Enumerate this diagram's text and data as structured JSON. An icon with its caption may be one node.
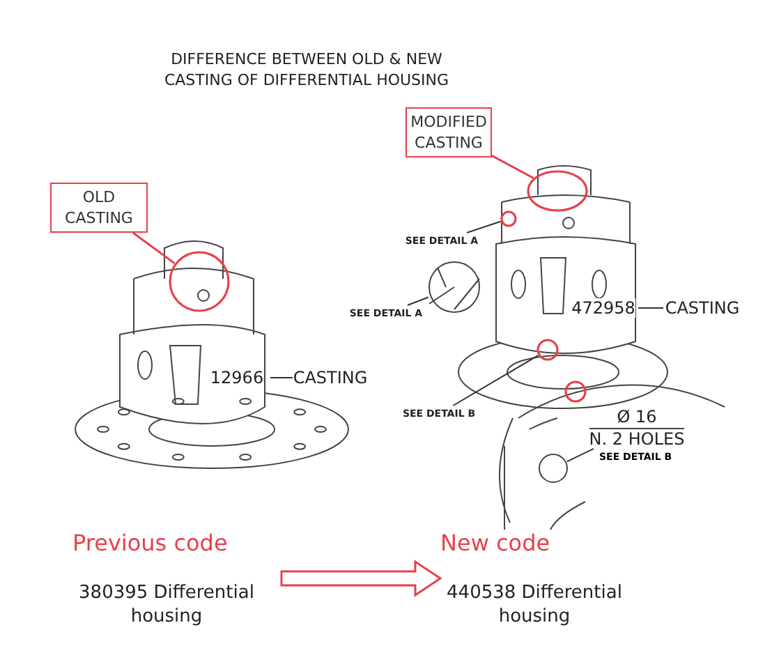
{
  "diagram": {
    "title": "DIFFERENCE BETWEEN OLD & NEW CASTING OF DIFFERENTIAL HOUSING",
    "nodes": [
      {
        "text": [
          "OLD CASTING"
        ]
      },
      {
        "text": [],
        "shape": "circle"
      },
      {
        "text": [
          "12966"
        ]
      },
      {
        "text": [
          "CASTING"
        ]
      },
      {
        "text": [
          "MODIFIED CASTING"
        ]
      },
      {
        "text": [],
        "shape": "circle"
      },
      {
        "text": [],
        "shape": "circle"
      },
      {
        "text": [
          "SEE DETAIL A"
        ]
      },
      {
        "text": [
          "SEE DETAIL A"
        ]
      },
      {
        "text": [],
        "shape": "picture"
      },
      {
        "text": [
          "472958"
        ]
      },
      {
        "text": [
          "CASTING"
        ]
      },
      {
        "text": [],
        "shape": "circle"
      },
      {
        "text": [],
        "shape": "circle"
      },
      {
        "text": [
          "SEE DETAIL B"
        ]
      },
      {
        "text": [
          "Ø 16",
          "N. 2 HOLES"
        ]
      },
      {
        "text": [],
        "shape": "circle"
      },
      {
        "text": [
          "Previous code",
          "380395 Differential housing"
        ]
      },
      {
        "text": [
          "New code",
          "440538 Differential housing"
        ]
      }
    ],
    "edges": [
      {
        "from": 0,
        "to": 1,
        "arrow": "none",
        "color": "#e8404a"
      },
      {
        "from": 3,
        "to": 2,
        "arrow": "none"
      },
      {
        "from": 4,
        "to": 5,
        "arrow": "none",
        "color": "#e8404a"
      },
      {
        "from": 7,
        "to": 6,
        "arrow": "none"
      },
      {
        "from": 8,
        "to": 9,
        "arrow": "none"
      },
      {
        "from": 11,
        "to": 10,
        "arrow": "none"
      },
      {
        "from": 14,
        "to": 12,
        "arrow": "none"
      },
      {
        "from": 15,
        "to": 16,
        "arrow": "none"
      },
      {
        "from": 17,
        "to": 18,
        "arrow": "to",
        "style": "thick",
        "color": "#e8404a"
      }
    ],
    "labels": [
      "SEE DETAIL B"
    ]
  }
}
